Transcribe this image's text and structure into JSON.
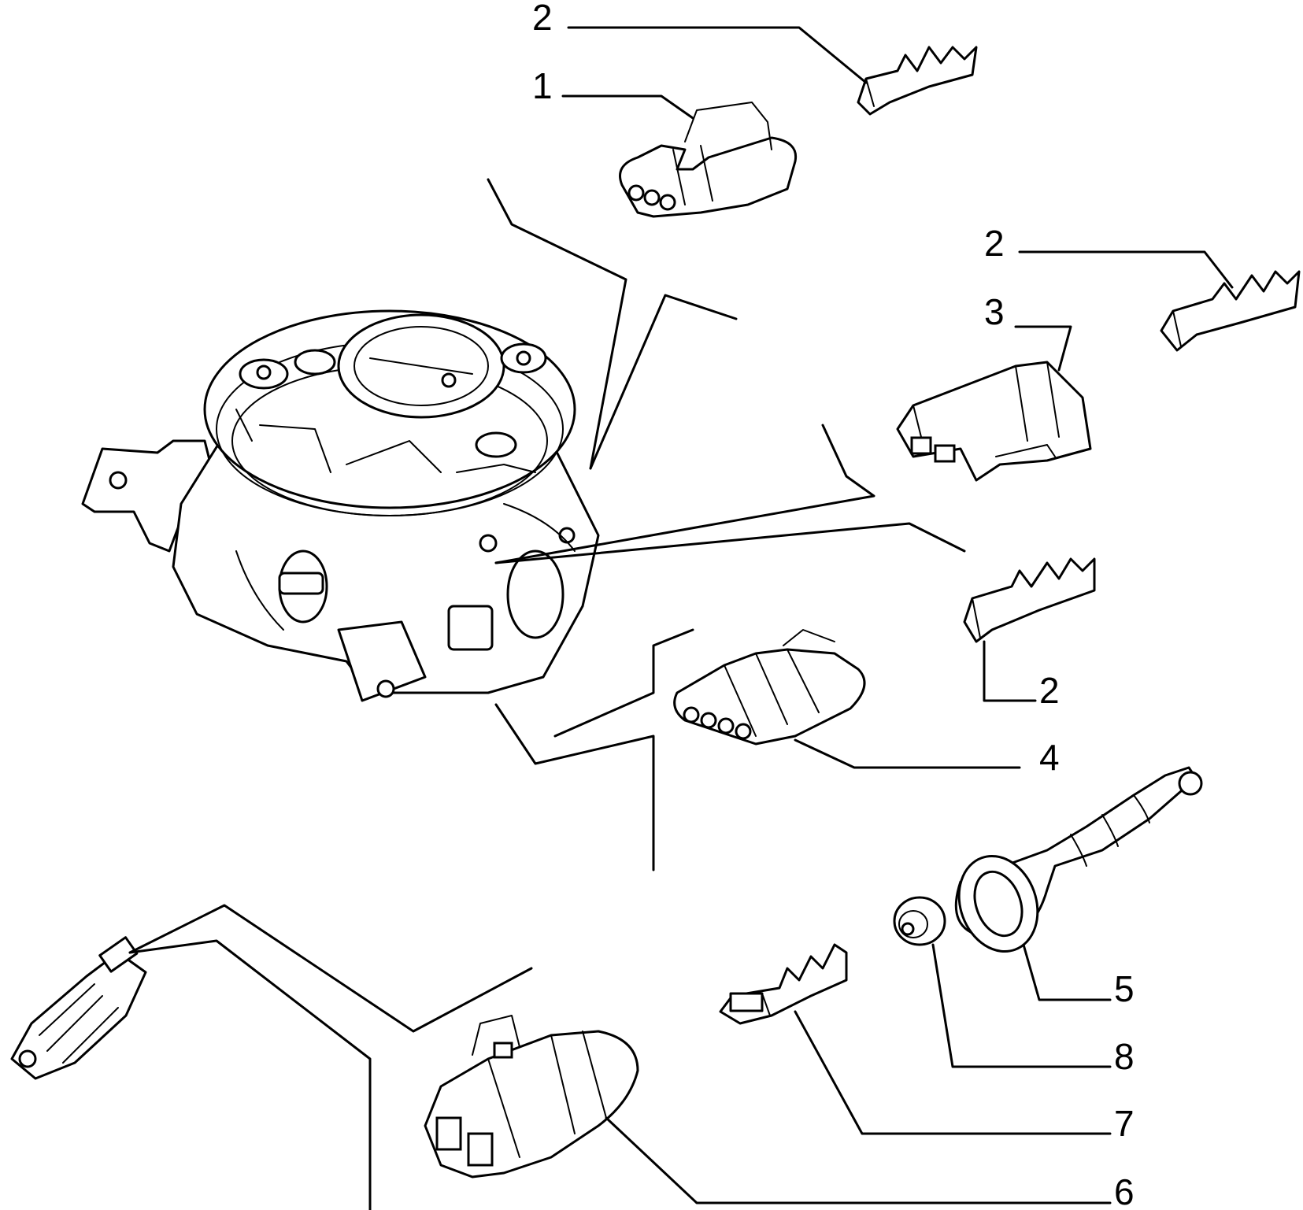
{
  "callouts": {
    "c2a": "2",
    "c1": "1",
    "c2b": "2",
    "c3": "3",
    "c2c": "2",
    "c4": "4",
    "c5": "5",
    "c8": "8",
    "c7": "7",
    "c6": "6"
  }
}
